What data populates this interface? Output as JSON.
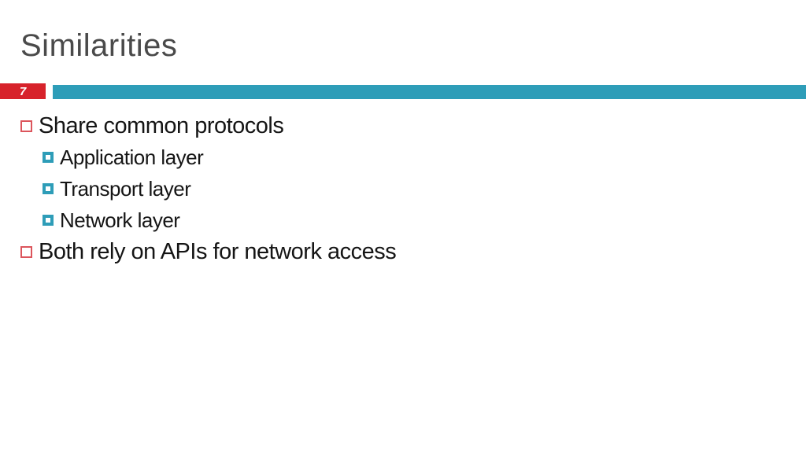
{
  "slide": {
    "title": "Similarities",
    "page_number": "7",
    "colors": {
      "teal_bar": "#2E9DB8",
      "page_box_red": "#D7222B",
      "bullet_red_outline": "#DC555C",
      "title_gray": "#4A4A4A",
      "body_text": "#151515"
    },
    "content": {
      "items": [
        {
          "level": 1,
          "text": "Share common protocols"
        },
        {
          "level": 2,
          "text": "Application layer"
        },
        {
          "level": 2,
          "text": "Transport layer"
        },
        {
          "level": 2,
          "text": "Network layer"
        },
        {
          "level": 1,
          "text": "Both rely on APIs for network access"
        }
      ]
    }
  }
}
